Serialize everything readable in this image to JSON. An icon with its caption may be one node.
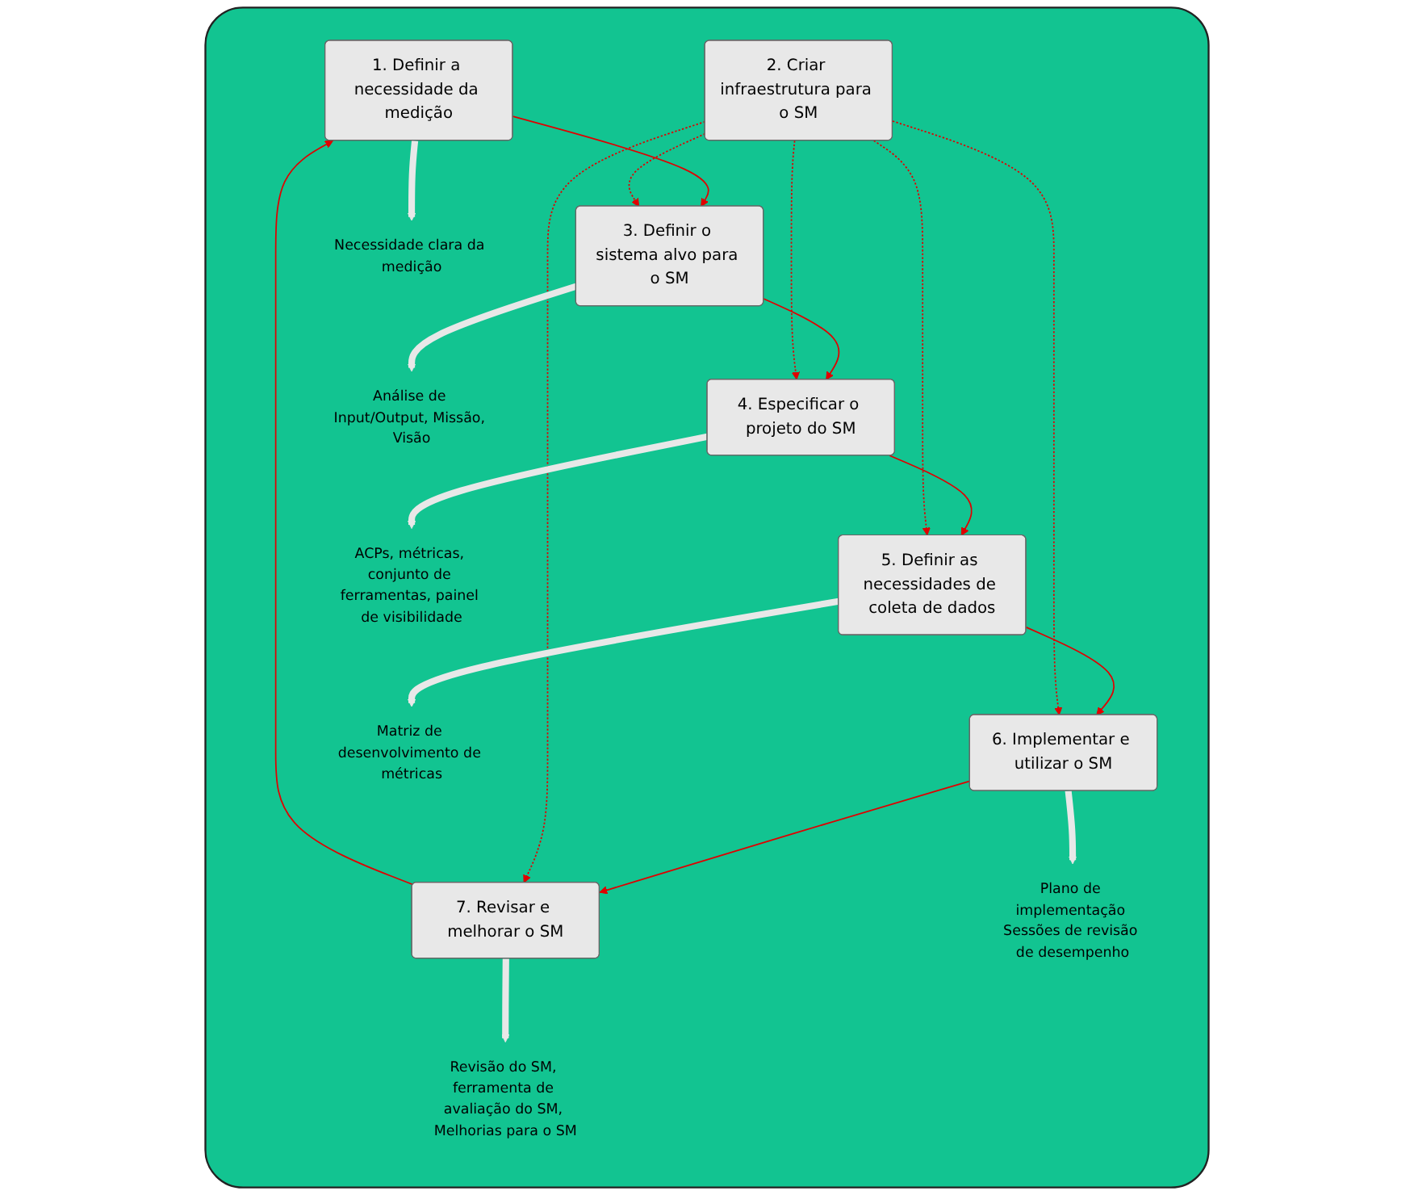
{
  "diagram": {
    "nodes": [
      {
        "text": [],
        "shape": "box"
      },
      {
        "text": [
          "1. Definir a necessidade da medição"
        ],
        "in": 0
      },
      {
        "text": [
          "3. Definir o sistema alvo para o SM"
        ],
        "in": 0
      },
      {
        "text": [
          "7. Revisar e melhorar o SM"
        ],
        "in": 0
      },
      {
        "text": [
          "2. Criar infraestrutura para o SM"
        ],
        "in": 0
      },
      {
        "text": [
          "4. Especificar o projeto do SM"
        ],
        "in": 0
      },
      {
        "text": [
          "6. Implementar e utilizar o SM"
        ],
        "in": 0
      },
      {
        "text": [
          "5. Definir as necessidades de coleta de dados"
        ],
        "in": 0
      },
      {
        "text": [
          "Necessidade clara da medição"
        ],
        "in": 0
      },
      {
        "text": [
          "Revisão do SM, ferramenta de avaliação do SM, Melhorias para o SM"
        ],
        "in": 0
      },
      {
        "text": [
          "Análise de Input/Output, Missão, Visão"
        ],
        "in": 0
      },
      {
        "text": [
          "ACPs, métricas, conjunto de ferramentas, painel de visibilidade"
        ],
        "in": 0
      },
      {
        "text": [
          "Matriz de desenvolvimento de métricas"
        ],
        "in": 0
      },
      {
        "text": [
          "Plano de implementação Sessões de revisão de desempenho"
        ],
        "in": 0
      }
    ],
    "edges": [
      {
        "from": 1,
        "to": 2,
        "arrow": "to"
      },
      {
        "from": 2,
        "to": 5,
        "arrow": "to"
      },
      {
        "from": 5,
        "to": 7,
        "arrow": "to"
      },
      {
        "from": 7,
        "to": 6,
        "arrow": "to"
      },
      {
        "from": 6,
        "to": 3,
        "arrow": "to"
      },
      {
        "from": 3,
        "to": 1,
        "arrow": "to"
      },
      {
        "from": 4,
        "to": 2,
        "arrow": "to",
        "style": "dashed"
      },
      {
        "from": 4,
        "to": 3,
        "arrow": "to",
        "style": "dashed"
      },
      {
        "from": 4,
        "to": 5,
        "arrow": "to",
        "style": "dashed"
      },
      {
        "from": 4,
        "to": 6,
        "arrow": "to",
        "style": "dashed"
      },
      {
        "from": 4,
        "to": 7,
        "arrow": "to",
        "style": "dashed"
      },
      {
        "from": 1,
        "to": 8,
        "arrow": "to",
        "style": "thick",
        "color": "#e8e8e8"
      },
      {
        "from": 3,
        "to": 9,
        "arrow": "to",
        "style": "thick",
        "color": "#e8e8e8"
      },
      {
        "from": 2,
        "to": 10,
        "arrow": "to",
        "style": "thick",
        "color": "#e8e8e8"
      },
      {
        "from": 5,
        "to": 11,
        "arrow": "to",
        "style": "thick",
        "color": "#e8e8e8"
      },
      {
        "from": 7,
        "to": 12,
        "arrow": "to",
        "style": "thick",
        "color": "#e8e8e8"
      },
      {
        "from": 6,
        "to": 13,
        "arrow": "to",
        "style": "thick",
        "color": "#e8e8e8"
      }
    ]
  }
}
